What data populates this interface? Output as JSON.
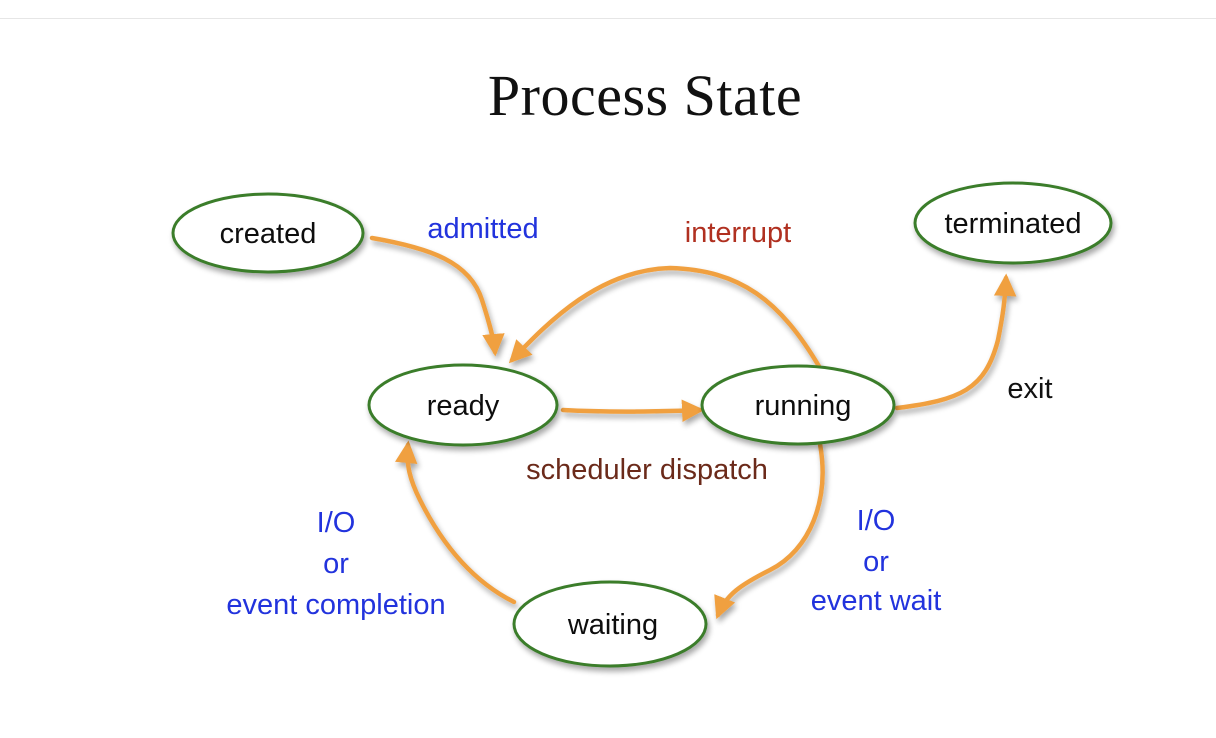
{
  "title": "Process State",
  "states": {
    "created": "created",
    "ready": "ready",
    "running": "running",
    "terminated": "terminated",
    "waiting": "waiting"
  },
  "transitions": {
    "admitted": "admitted",
    "interrupt": "interrupt",
    "scheduler_dispatch": "scheduler dispatch",
    "exit": "exit",
    "io_event_completion": [
      "I/O",
      "or",
      "event completion"
    ],
    "io_event_wait": [
      "I/O",
      "or",
      "event wait"
    ]
  },
  "colors": {
    "state_border": "#3a7d2a",
    "arrow": "#f0a040",
    "label_blue": "#2233dd",
    "label_red": "#b03020",
    "label_brown": "#6b2a1a",
    "label_black": "#111111"
  }
}
